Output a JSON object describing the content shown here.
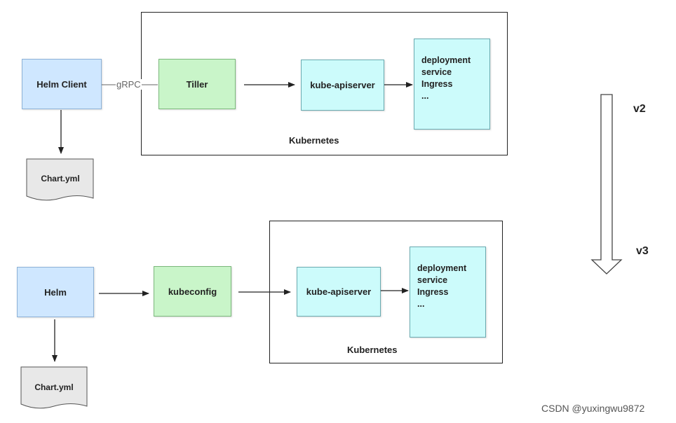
{
  "v2": {
    "helm_client": "Helm Client",
    "grpc": "gRPC",
    "tiller": "Tiller",
    "kube_apiserver": "kube-apiserver",
    "resources": [
      "deployment",
      "service",
      "Ingress",
      "..."
    ],
    "cluster_label": "Kubernetes",
    "chart_file": "Chart.yml"
  },
  "v3": {
    "helm": "Helm",
    "kubeconfig": "kubeconfig",
    "kube_apiserver": "kube-apiserver",
    "resources": [
      "deployment",
      "service",
      "Ingress",
      "..."
    ],
    "cluster_label": "Kubernetes",
    "chart_file": "Chart.yml"
  },
  "version_arrow": {
    "from": "v2",
    "to": "v3"
  },
  "watermark": "CSDN @yuxingwu9872"
}
